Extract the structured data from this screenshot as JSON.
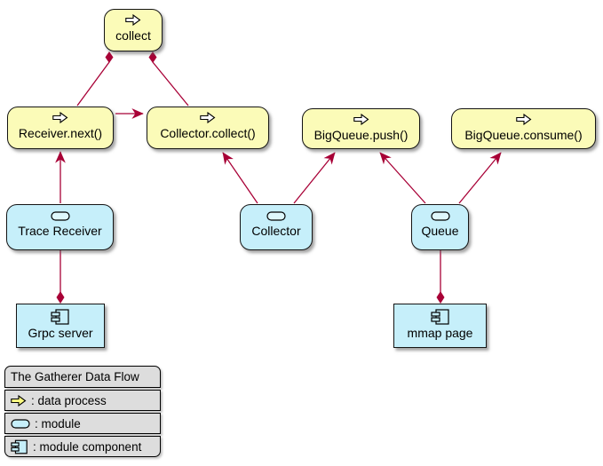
{
  "diagram_title": "The Gatherer Data Flow",
  "colors": {
    "process_fill": "#FBFBB8",
    "module_fill": "#C6EFFA",
    "module_icon_fill": "#DFF8FC",
    "process_icon_fill": "#FFFFFF",
    "legend_icon_yellow": "#FCFC80",
    "legend_row_bg": "#DDDDDD",
    "edge_color": "#A80036",
    "node_border": "#141414"
  },
  "nodes": {
    "collect": {
      "label": "collect",
      "type": "data process"
    },
    "receiver_next": {
      "label": "Receiver.next()",
      "type": "data process"
    },
    "collector_collect": {
      "label": "Collector.collect()",
      "type": "data process"
    },
    "bigqueue_push": {
      "label": "BigQueue.push()",
      "type": "data process"
    },
    "bigqueue_consume": {
      "label": "BigQueue.consume()",
      "type": "data process"
    },
    "trace_receiver": {
      "label": "Trace Receiver",
      "type": "module"
    },
    "collector": {
      "label": "Collector",
      "type": "module"
    },
    "queue": {
      "label": "Queue",
      "type": "module"
    },
    "grpc_server": {
      "label": "Grpc server",
      "type": "module component"
    },
    "mmap_page": {
      "label": "mmap page",
      "type": "module component"
    }
  },
  "edges": [
    {
      "from": "receiver_next",
      "to": "collect",
      "style": "line",
      "diamond_at": "collect"
    },
    {
      "from": "collector_collect",
      "to": "collect",
      "style": "line",
      "diamond_at": "collect"
    },
    {
      "from": "receiver_next",
      "to": "collector_collect",
      "style": "arrow"
    },
    {
      "from": "trace_receiver",
      "to": "receiver_next",
      "style": "arrow"
    },
    {
      "from": "trace_receiver",
      "to": "grpc_server",
      "style": "line",
      "diamond_at": "grpc_server"
    },
    {
      "from": "collector",
      "to": "collector_collect",
      "style": "arrow"
    },
    {
      "from": "collector",
      "to": "bigqueue_push",
      "style": "arrow"
    },
    {
      "from": "queue",
      "to": "bigqueue_push",
      "style": "arrow"
    },
    {
      "from": "queue",
      "to": "bigqueue_consume",
      "style": "arrow"
    },
    {
      "from": "queue",
      "to": "mmap_page",
      "style": "line",
      "diamond_at": "mmap_page"
    }
  ],
  "legend": {
    "title": "The Gatherer Data Flow",
    "items": [
      {
        "icon": "data-process-icon",
        "label": ": data process"
      },
      {
        "icon": "module-icon",
        "label": ": module"
      },
      {
        "icon": "module-component-icon",
        "label": ": module component"
      }
    ]
  }
}
